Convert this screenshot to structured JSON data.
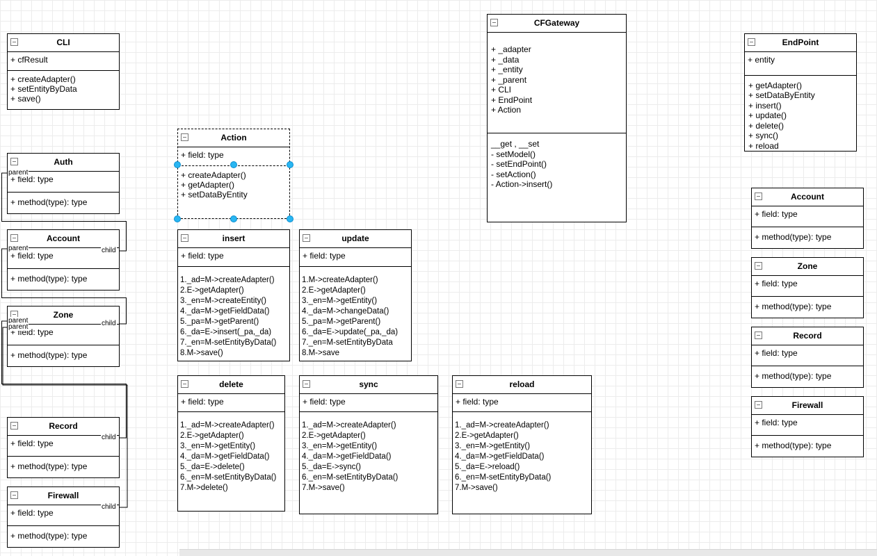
{
  "colors": {
    "stroke": "#000000",
    "selection_handle": "#29b6f2",
    "grid": "#ececec"
  },
  "boxes": {
    "cli": {
      "title": "CLI",
      "field": "+ cfResult",
      "methods": [
        "+ createAdapter()",
        "+ setEntityByData",
        "+ save()"
      ]
    },
    "auth": {
      "title": "Auth",
      "field": "+ field: type",
      "method": "+ method(type): type"
    },
    "account_left": {
      "title": "Account",
      "field": "+ field: type",
      "method": "+ method(type): type"
    },
    "zone_left": {
      "title": "Zone",
      "field": "+ field: type",
      "method": "+ method(type): type"
    },
    "record_left": {
      "title": "Record",
      "field": "+ field: type",
      "method": "+ method(type): type"
    },
    "firewall_left": {
      "title": "Firewall",
      "field": "+ field: type",
      "method": "+ method(type): type"
    },
    "action": {
      "title": "Action",
      "field": "+ field: type",
      "methods": [
        "+ createAdapter()",
        "+ getAdapter()",
        "+ setDataByEntity"
      ]
    },
    "insert": {
      "title": "insert",
      "field": "+ field: type",
      "steps": [
        "1._ad=M->createAdapter()",
        "2.E->getAdapter()",
        "3._en=M->createEntity()",
        "4._da=M->getFieldData()",
        "5._pa=M->getParent()",
        "6._da=E->insert(_pa,_da)",
        "7._en=M-setEntityByData()",
        "8.M->save()"
      ]
    },
    "update": {
      "title": "update",
      "field": "+ field: type",
      "steps": [
        "1.M->createAdapter()",
        "2.E->getAdapter()",
        "3._en=M->getEntity()",
        "4._da=M->changeData()",
        "5._pa=M->getParent()",
        "6._da=E->update(_pa,_da)",
        "7._en=M-setEntityByData",
        "8.M->save"
      ]
    },
    "delete": {
      "title": "delete",
      "field": "+ field: type",
      "steps": [
        "1._ad=M->createAdapter()",
        "2.E->getAdapter()",
        "3._en=M->getEntity()",
        "4._da=M->getFieldData()",
        "5._da=E->delete()",
        "6._en=M-setEntityByData()",
        "7.M->delete()"
      ]
    },
    "sync": {
      "title": "sync",
      "field": "+ field: type",
      "steps": [
        "1._ad=M->createAdapter()",
        "2.E->getAdapter()",
        "3._en=M->getEntity()",
        "4._da=M->getFieldData()",
        "5._da=E->sync()",
        "6._en=M-setEntityByData()",
        "7.M->save()"
      ]
    },
    "reload": {
      "title": "reload",
      "field": "+ field: type",
      "steps": [
        "1._ad=M->createAdapter()",
        "2.E->getAdapter()",
        "3._en=M->getEntity()",
        "4._da=M->getFieldData()",
        "5._da=E->reload()",
        "6._en=M-setEntityByData()",
        "7.M->save()"
      ]
    },
    "cfgateway": {
      "title": "CFGateway",
      "fields": [
        "+ _adapter",
        "+ _data",
        "+ _entity",
        "+ _parent",
        "+ CLI",
        "+ EndPoint",
        "+ Action"
      ],
      "methods": [
        "__get , __set",
        "- setModel()",
        "- setEndPoint()",
        "- setAction()",
        "- Action->insert()"
      ]
    },
    "endpoint": {
      "title": "EndPoint",
      "field": "+ entity",
      "methods": [
        "+ getAdapter()",
        "+ setDataByEntity",
        "+ insert()",
        "+ update()",
        "+ delete()",
        "+ sync()",
        "+ reload"
      ]
    },
    "account_right": {
      "title": "Account",
      "field": "+ field: type",
      "method": "+ method(type): type"
    },
    "zone_right": {
      "title": "Zone",
      "field": "+ field: type",
      "method": "+ method(type): type"
    },
    "record_right": {
      "title": "Record",
      "field": "+ field: type",
      "method": "+ method(type): type"
    },
    "firewall_right": {
      "title": "Firewall",
      "field": "+ field: type",
      "method": "+ method(type): type"
    }
  },
  "edge_labels": {
    "auth_parent": "parent",
    "account_parent": "parent",
    "account_child": "child",
    "zone_parent1": "parent",
    "zone_parent2": "parent",
    "zone_child": "child",
    "record_child": "child",
    "firewall_child": "child"
  }
}
